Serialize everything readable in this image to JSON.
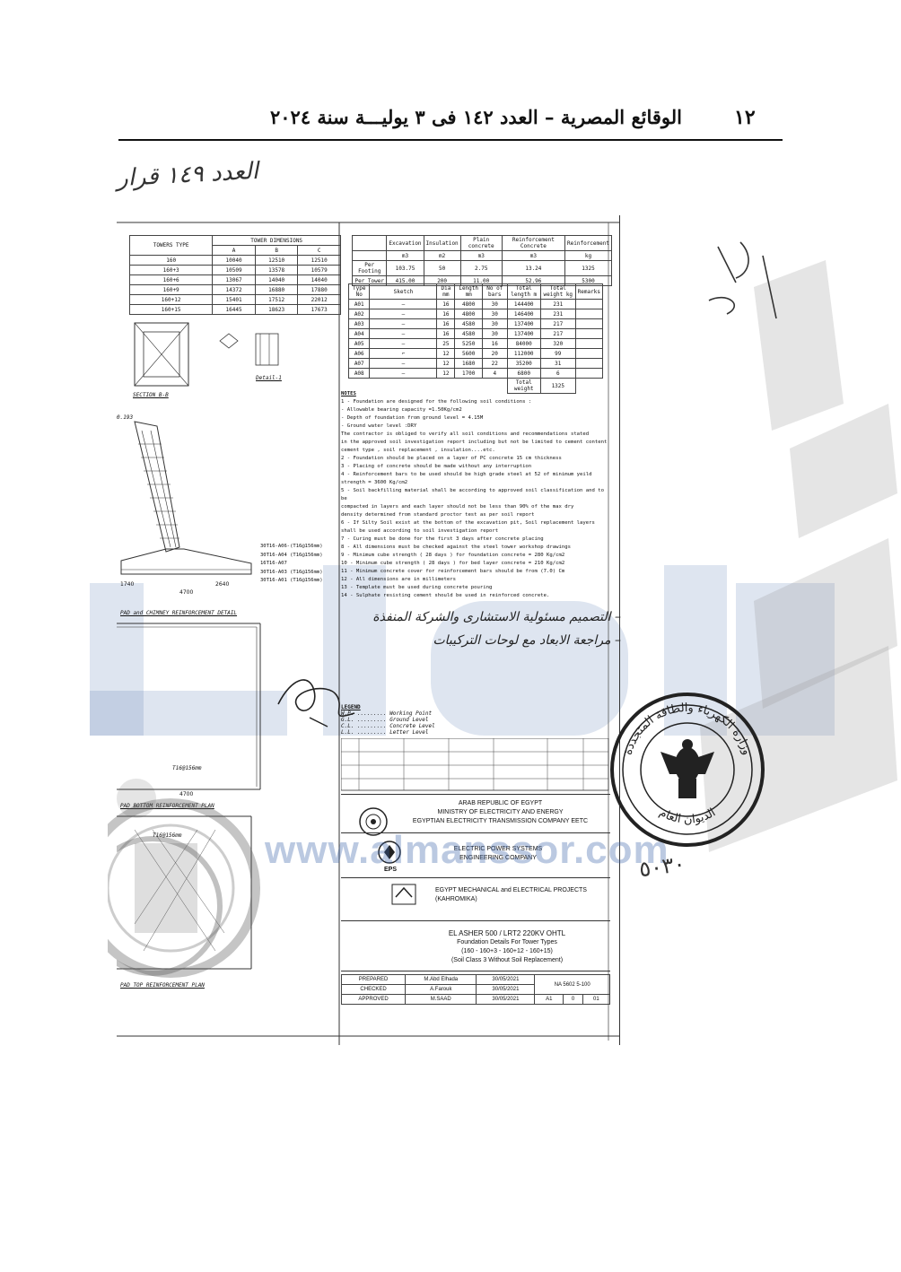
{
  "header": {
    "page_number": "١٢",
    "title": "الوقائع المصرية – العدد ١٤٢ فى ٣ يوليـــة سنة ٢٠٢٤"
  },
  "handwritten_note": "العدد ١٤٩ قرار",
  "drawing": {
    "tower_table": {
      "headers": [
        "TOWERS TYPE",
        "A",
        "B",
        "C"
      ],
      "group_header": "TOWER DIMENSIONS",
      "rows": [
        [
          "160",
          "10040",
          "12510",
          "12510"
        ],
        [
          "160+3",
          "10509",
          "13578",
          "10579"
        ],
        [
          "160+6",
          "13067",
          "14040",
          "14040"
        ],
        [
          "160+9",
          "14372",
          "16880",
          "17880"
        ],
        [
          "160+12",
          "15401",
          "17512",
          "22012"
        ],
        [
          "160+15",
          "16445",
          "18623",
          "17673"
        ]
      ]
    },
    "quantities_table": {
      "headers": [
        "Excavation",
        "Insulation",
        "Plain concrete",
        "Reinforcement Concrete",
        "Reinforcement"
      ],
      "units": [
        "m3",
        "m2",
        "m3",
        "m3",
        "kg"
      ],
      "rows": [
        [
          "Per Footing",
          "103.75",
          "50",
          "2.75",
          "13.24",
          "1325"
        ],
        [
          "Per Tower",
          "415.00",
          "200",
          "11.00",
          "52.96",
          "5300"
        ]
      ]
    },
    "bar_schedule": {
      "headers": [
        "Type No",
        "Sketch",
        "Dia mm",
        "Length mm",
        "No of bars",
        "Total length m",
        "Total weight kg",
        "Remarks"
      ],
      "rows": [
        [
          "A01",
          "",
          "16",
          "4800",
          "30",
          "144400",
          "231",
          ""
        ],
        [
          "A02",
          "",
          "16",
          "4800",
          "30",
          "146400",
          "231",
          ""
        ],
        [
          "A03",
          "",
          "16",
          "4580",
          "30",
          "137400",
          "217",
          ""
        ],
        [
          "A04",
          "",
          "16",
          "4580",
          "30",
          "137400",
          "217",
          ""
        ],
        [
          "A05",
          "",
          "25",
          "5250",
          "16",
          "84000",
          "320",
          ""
        ],
        [
          "A06",
          "",
          "12",
          "5600",
          "20",
          "112000",
          "99",
          ""
        ],
        [
          "A07",
          "",
          "12",
          "1680",
          "22",
          "35200",
          "31",
          ""
        ],
        [
          "A08",
          "",
          "12",
          "1700",
          "4",
          "6800",
          "6",
          ""
        ]
      ],
      "total_label": "Total weight",
      "total_value": "1325"
    },
    "section_labels": {
      "section_b": "SECTION B-B",
      "detail_1": "Detail-1",
      "ped_chimney": "PAD and CHIMNEY REINFORCEMENT DETAIL",
      "pad_bottom": "PAD BOTTOM REINFORCEMENT PLAN",
      "pad_top": "PAD TOP REINFORCEMENT PLAN",
      "t160": "T16@156mm",
      "elev": "0.193",
      "dim_left": "1740",
      "dim_mid": "4700",
      "dim_right": "2640",
      "dim_bottom": "4700"
    },
    "bar_marks": [
      "30T16-A06-(T16@156mm)",
      "30T16-A04 (T16@156mm)",
      "16T16-A07",
      "30T16-A03 (T16@156mm)",
      "30T16-A01 (T16@156mm)"
    ],
    "notes_title": "NOTES",
    "notes": [
      "1 - Foundation are designed for the following soil conditions :",
      "   - Allowable bearing capacity =1.50Kg/cm2",
      "   - Depth of foundation from ground level = 4.15M",
      "   - Ground water level :DRY",
      "   The contractor is obliged to verify all soil conditions and recommendations stated",
      "   in the approved soil investigation report including but not be limited to cement content",
      "   cement type , soil replacement , insulation....etc.",
      "2 - Foundation should be placed on a layer of PC concrete 15  cm thickness",
      "3 - Placing of concrete should be made without any interruption",
      "4 - Reinforcement bars to be used should be high grade steel at 52 of minimum yeild",
      "    strength = 3600 Kg/cm2",
      "5 - Soil backfilling material shall be according to approved soil classification and to be",
      "    compacted in layers and each layer should not be less than 90% of the max dry",
      "    density determined from standard proctor test as per soil report",
      "6 - If Silty Soil exist at the bottom of the excavation pit, Soil replacement layers",
      "    shall be used according to soil investigation report",
      "7 - Curing must be done for the first 3 days after concrete placing",
      "8 - All dimensions must be checked against the steel tower workshop drawings",
      "9 - Minimum cube strength ( 28 days ) for foundation concrete = 280 Kg/cm2",
      "10 - Minimum cube strength ( 28 days ) for bed layer concrete = 210 Kg/cm2",
      "11 - Minimum concrete cover for reinforcement bars should be from (7.0) Cm",
      "12 - All dimensions are in millimeters",
      "13 - Template must be used during concrete pouring",
      "14 - Sulphate resisting cement should be used in reinforced concrete."
    ],
    "arabic_notes": [
      "– التصميم مسئولية الاستشارى والشركة المنفذة",
      "– مراجعة الابعاد مع لوحات التركيبات"
    ],
    "legend": {
      "title": "LEGEND",
      "items": [
        "Working Point",
        "Ground Level",
        "Concrete Level",
        "Letter Level"
      ]
    },
    "title_block": {
      "client_line1": "ARAB REPUBLIC OF EGYPT",
      "client_line2": "MINISTRY OF ELECTRICITY AND ENERGY",
      "client_line3": "EGYPTIAN ELECTRICITY TRANSMISSION COMPANY EETC",
      "consultant_line1": "ELECTRIC POWER SYSTEMS",
      "consultant_line2": "ENGINEERING COMPANY",
      "consultant_abbr": "EPS",
      "contractor_line1": "EGYPT MECHANICAL and ELECTRICAL PROJECTS",
      "contractor_line2": "(KAHROMIKA)",
      "project_line1": "EL ASHER 500 / LRT2 220KV OHTL",
      "project_line2": "Foundation Details For Tower Types",
      "project_line3": "(160 - 160+3 - 160+12 - 160+15)",
      "project_line4": "(Soil Class 3 Without Soil Replacement)",
      "roles": [
        "PREPARED",
        "CHECKED",
        "APPROVED"
      ],
      "names": [
        "M.Abd Elhada",
        "A.Farouk",
        "M.SAAD"
      ],
      "dates": [
        "30/05/2021",
        "30/05/2021",
        "30/05/2021"
      ],
      "drawing_no": "NA 5602 5-100",
      "size": "A1",
      "rev": "0",
      "sheet": "01"
    }
  },
  "stamp": {
    "top_text": "وزارة الكهرباء والطاقة المتجددة",
    "bottom_text": "الديوان العام",
    "number": "٥٠٣٠"
  },
  "watermark": {
    "url": "www.almanssor.com"
  }
}
